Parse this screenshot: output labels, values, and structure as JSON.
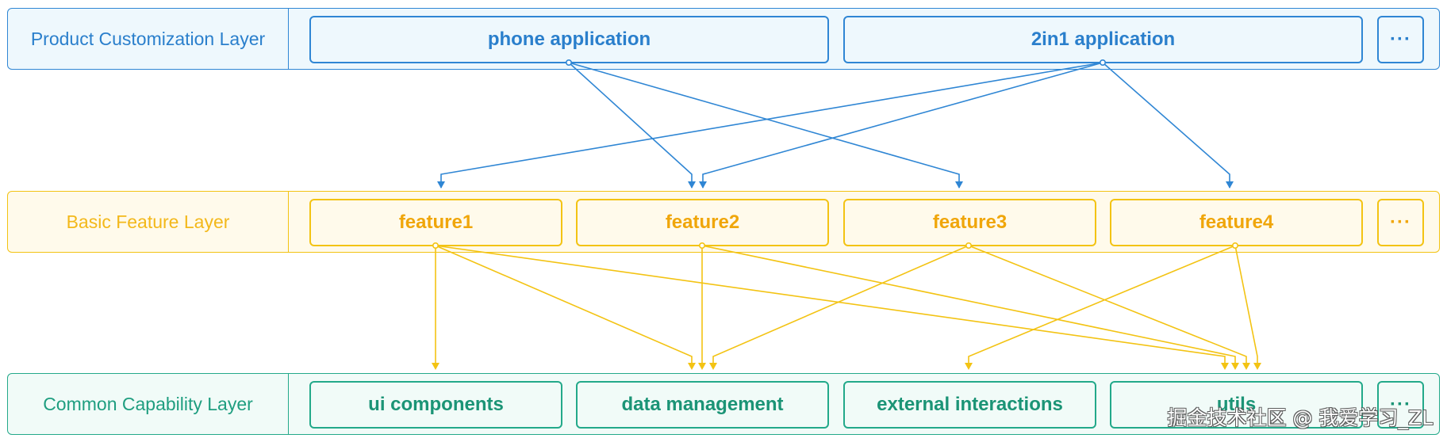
{
  "layers": {
    "product": {
      "label": "Product Customization Layer",
      "items": [
        "phone application",
        "2in1 application",
        "···"
      ]
    },
    "feature": {
      "label": "Basic Feature Layer",
      "items": [
        "feature1",
        "feature2",
        "feature3",
        "feature4",
        "···"
      ]
    },
    "common": {
      "label": "Common Capability Layer",
      "items": [
        "ui components",
        "data management",
        "external interactions",
        "utils",
        "···"
      ]
    }
  },
  "dependencies": {
    "product_to_feature": [
      {
        "from": "phone application",
        "to": "feature2"
      },
      {
        "from": "phone application",
        "to": "feature3"
      },
      {
        "from": "2in1 application",
        "to": "feature1"
      },
      {
        "from": "2in1 application",
        "to": "feature2"
      },
      {
        "from": "2in1 application",
        "to": "feature4"
      }
    ],
    "feature_to_common": [
      {
        "from": "feature1",
        "to": "ui components"
      },
      {
        "from": "feature1",
        "to": "data management"
      },
      {
        "from": "feature1",
        "to": "utils"
      },
      {
        "from": "feature2",
        "to": "data management"
      },
      {
        "from": "feature2",
        "to": "utils"
      },
      {
        "from": "feature3",
        "to": "data management"
      },
      {
        "from": "feature3",
        "to": "utils"
      },
      {
        "from": "feature4",
        "to": "external interactions"
      },
      {
        "from": "feature4",
        "to": "utils"
      }
    ]
  },
  "colors": {
    "product": "#2f86d4",
    "feature": "#f3c313",
    "common": "#23a98a"
  },
  "watermark": "掘金技术社区 @ 我爱学习_ZL"
}
